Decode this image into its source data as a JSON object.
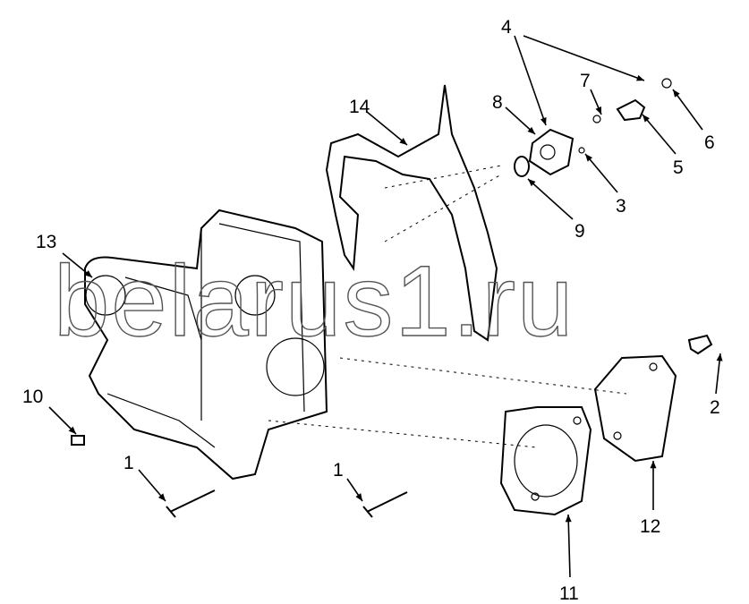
{
  "diagram": {
    "watermark": "belarus1.ru",
    "callouts": [
      {
        "id": "4",
        "text": "4"
      },
      {
        "id": "7",
        "text": "7"
      },
      {
        "id": "8",
        "text": "8"
      },
      {
        "id": "14",
        "text": "14"
      },
      {
        "id": "6",
        "text": "6"
      },
      {
        "id": "5",
        "text": "5"
      },
      {
        "id": "3",
        "text": "3"
      },
      {
        "id": "9",
        "text": "9"
      },
      {
        "id": "13",
        "text": "13"
      },
      {
        "id": "2",
        "text": "2"
      },
      {
        "id": "10",
        "text": "10"
      },
      {
        "id": "1a",
        "text": "1"
      },
      {
        "id": "1b",
        "text": "1"
      },
      {
        "id": "12",
        "text": "12"
      },
      {
        "id": "11",
        "text": "11"
      }
    ]
  }
}
